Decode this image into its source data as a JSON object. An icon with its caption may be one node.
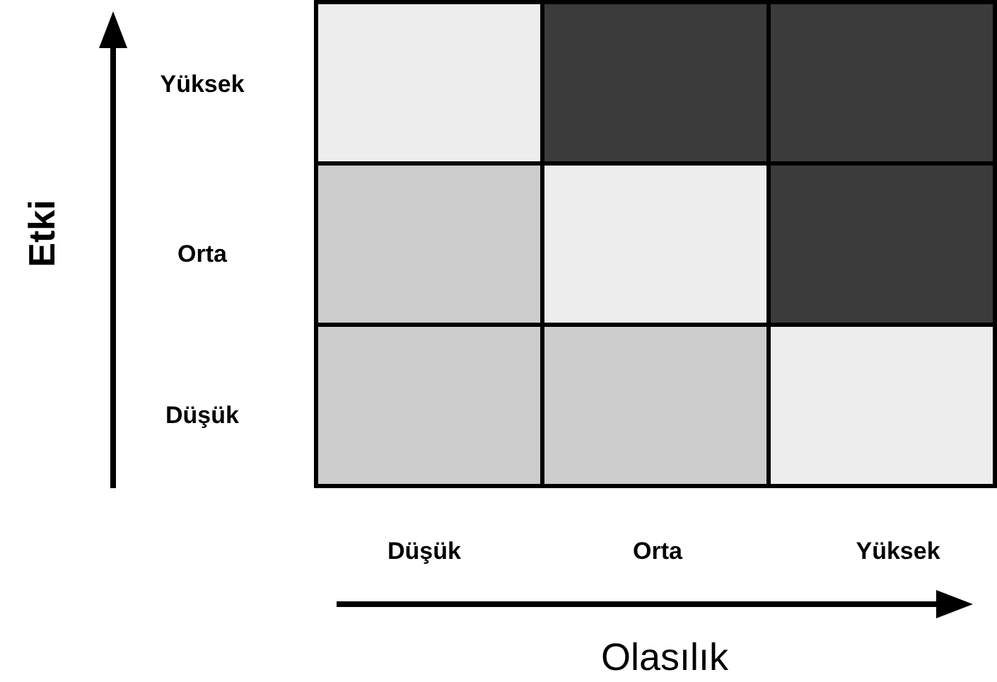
{
  "diagram": {
    "labels": [
      "Yüksek",
      "Etki",
      "Orta",
      "Düşük",
      "Düşük",
      "Orta",
      "Yüksek",
      "Olasılık"
    ]
  }
}
